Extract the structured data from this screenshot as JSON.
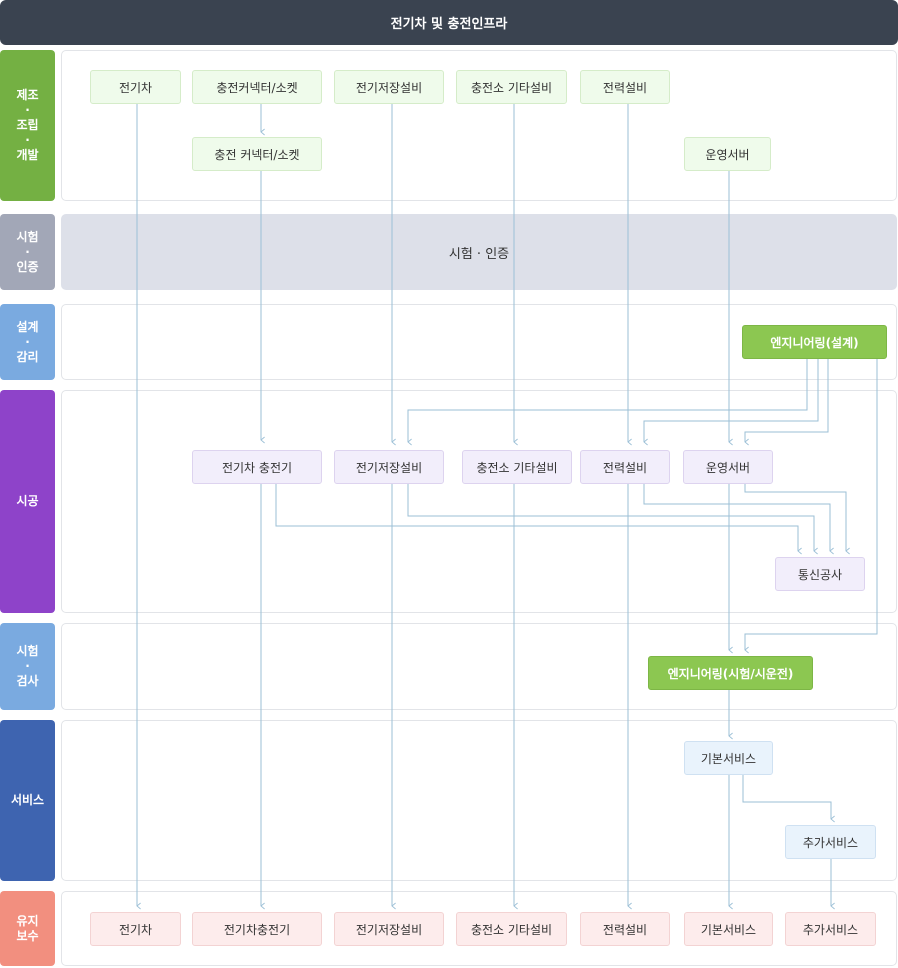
{
  "title": "전기차 및 충전인프라",
  "stages": {
    "manufacture": "제조\n·\n조립\n·\n개발",
    "certification": "시험\n·\n인증",
    "design": "설계\n·\n감리",
    "construction": "시공",
    "inspection": "시험\n·\n검사",
    "service": "서비스",
    "maintenance": "유지\n보수"
  },
  "colors": {
    "manufacture": "#74b043",
    "certification": "#a2a7b7",
    "design": "#7aaae0",
    "construction": "#8e43c9",
    "inspection": "#7aaae0",
    "service": "#3e64b0",
    "maintenance": "#f28f7f",
    "connector": "#9bbfd6"
  },
  "manufacture": {
    "ev": "전기차",
    "connector1": "충전커넥터/소켓",
    "storage": "전기저장설비",
    "station": "충전소 기타설비",
    "power": "전력설비",
    "connector2": "충전 커넥터/소켓",
    "ops_server": "운영서버"
  },
  "certification_text": "시험 · 인증",
  "design_node": "엔지니어링(설계)",
  "construction": {
    "ev_charger": "전기차 충전기",
    "storage": "전기저장설비",
    "station": "충전소 기타설비",
    "power": "전력설비",
    "ops_server": "운영서버",
    "telecom": "통신공사"
  },
  "inspection_node": "엔지니어링(시험/시운전)",
  "service": {
    "basic": "기본서비스",
    "extra": "추가서비스"
  },
  "maintenance": [
    "전기차",
    "전기차충전기",
    "전기저장설비",
    "충전소 기타설비",
    "전력설비",
    "기본서비스",
    "추가서비스"
  ]
}
